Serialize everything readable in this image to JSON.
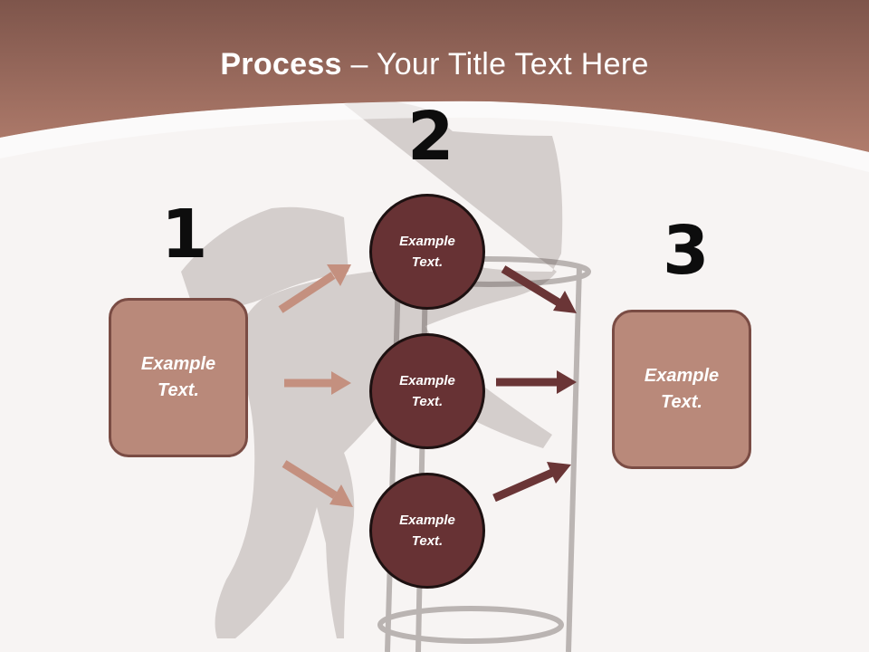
{
  "title": {
    "bold": "Process",
    "rest": " – Your Title Text Here"
  },
  "steps": [
    {
      "number": "1",
      "label": "Example Text."
    },
    {
      "number": "2",
      "items": [
        "Example Text.",
        "Example Text.",
        "Example Text."
      ]
    },
    {
      "number": "3",
      "label": "Example Text."
    }
  ],
  "colors": {
    "header": "#a8786b",
    "box": "#b9897a",
    "box_border": "#7a4c44",
    "circle": "#673234",
    "arrow_light": "#c4907f",
    "arrow_dark": "#6a3536"
  }
}
